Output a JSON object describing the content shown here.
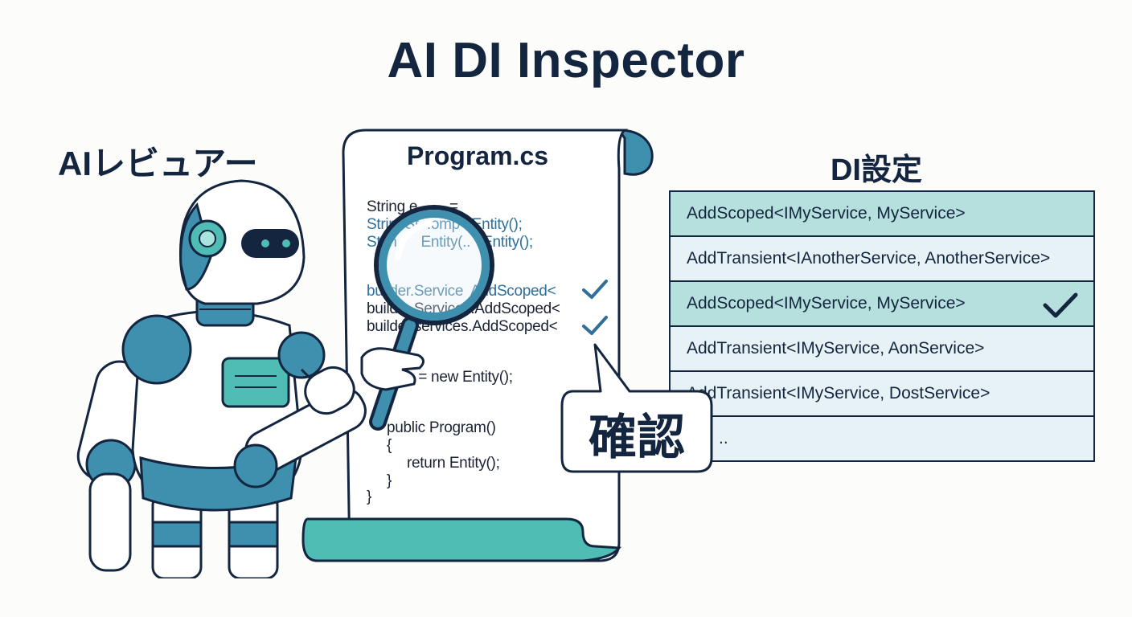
{
  "title": "AI DI Inspector",
  "reviewer_label": "AIレビュアー",
  "document": {
    "title": "Program.cs",
    "code_lines": [
      "String e        =",
      "Strin  St  .omp   Entity();",
      "Strin      Entity(..   Entity();",
      "builder.Service  AddScoped<",
      "builde  Services.AddScoped<",
      "builde  services.AddScoped<",
      "{",
      "        es = new Entity();",
      "public Program()",
      "{",
      "return Entity();",
      "}",
      "}"
    ]
  },
  "config": {
    "title": "DI設定",
    "rows": [
      {
        "text": "AddScoped<IMyService, MyService>",
        "highlight": true,
        "checked": false
      },
      {
        "text": "AddTransient<IAnotherService, AnotherService>",
        "highlight": false,
        "checked": false
      },
      {
        "text": "AddScoped<IMyService, MyService>",
        "highlight": true,
        "checked": true
      },
      {
        "text": "AddTransient<IMyService, AonService>",
        "highlight": false,
        "checked": false
      },
      {
        "text": "AddTransient<IMyService, DostService>",
        "highlight": false,
        "checked": false
      },
      {
        "text": "..",
        "highlight": false,
        "checked": false
      }
    ]
  },
  "bubble": {
    "text": "確認"
  },
  "colors": {
    "navy": "#13253f",
    "teal": "#4fbdb3",
    "blue": "#2f6f9a",
    "row_highlight": "#b6e0dd",
    "row_plain": "#e6f2f5"
  }
}
